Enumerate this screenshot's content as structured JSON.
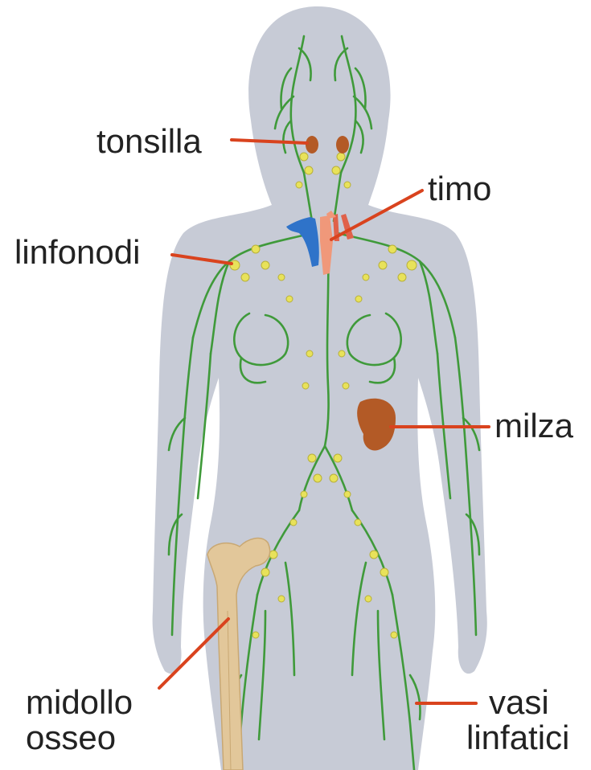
{
  "labels": {
    "tonsilla": "tonsilla",
    "timo": "timo",
    "linfonodi": "linfonodi",
    "milza": "milza",
    "midollo_line1": "midollo",
    "midollo_line2": "osseo",
    "vasi_line1": "vasi",
    "vasi_line2": "linfatici"
  },
  "colors": {
    "body": "#c7cbd6",
    "vessel": "#3f9a3a",
    "node": "#e8e25a",
    "pointer": "#d9431e",
    "organ": "#b35a26",
    "thymus": "#f0987a",
    "vein": "#2f73c9",
    "bone": "#e2c79a"
  }
}
